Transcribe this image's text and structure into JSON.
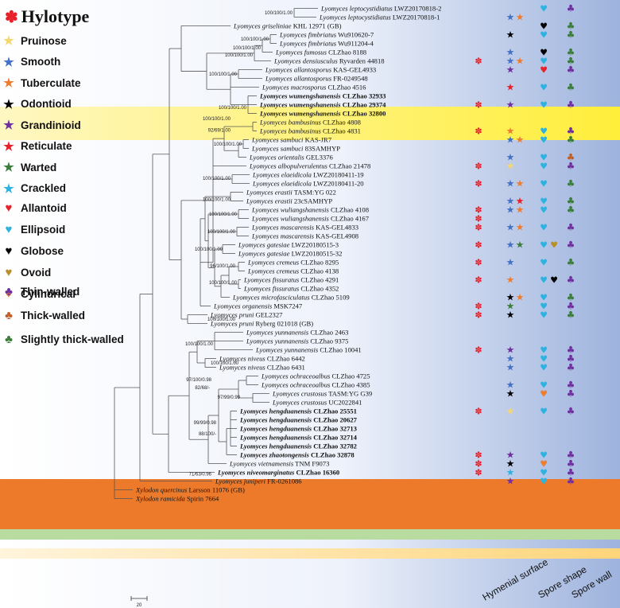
{
  "legend": {
    "hylotype": "Hylotype",
    "hymenial": [
      {
        "label": "Pruinose",
        "color": "#f5d76e"
      },
      {
        "label": "Smooth",
        "color": "#4472c4"
      },
      {
        "label": "Tuberculate",
        "color": "#ed7d31"
      },
      {
        "label": "Odontioid",
        "color": "#000000"
      },
      {
        "label": "Grandinioid",
        "color": "#7030a0"
      },
      {
        "label": "Reticulate",
        "color": "#e8202a"
      },
      {
        "label": "Warted",
        "color": "#3b7d3a"
      },
      {
        "label": "Crackled",
        "color": "#2eb3e0"
      }
    ],
    "spore_shape": [
      {
        "label": "Allantoid",
        "color": "#e8202a"
      },
      {
        "label": "Ellipsoid",
        "color": "#2eb3e0"
      },
      {
        "label": "Globose",
        "color": "#000000"
      },
      {
        "label": "Ovoid",
        "color": "#b8902a"
      },
      {
        "label": "Cylindrical",
        "color": "#ed7d31"
      }
    ],
    "spore_wall": [
      {
        "label": "Thin-walled",
        "color": "#7030a0"
      },
      {
        "label": "Thick-walled",
        "color": "#c0602a"
      },
      {
        "label": "Slightly thick-walled",
        "color": "#3b7d3a"
      }
    ]
  },
  "columns": {
    "hymenial": "Hymenial surface",
    "shape": "Spore shape",
    "wall": "Spore wall"
  },
  "scale_label": "20",
  "colors": {
    "S": "#4472c4",
    "T": "#ed7d31",
    "O": "#000000",
    "G": "#7030a0",
    "R": "#e8202a",
    "W": "#3b7d3a",
    "C": "#2eb3e0",
    "P": "#f5d76e",
    "hylo": "#e8202a",
    "thin": "#7030a0",
    "thick": "#c0602a",
    "slight": "#3b7d3a",
    "ell": "#2eb3e0",
    "all": "#e8202a",
    "glo": "#000000",
    "ovo": "#b8902a",
    "cyl": "#ed7d31"
  },
  "taxa": [
    {
      "sp": "Lyomyces leptocystidiatus",
      "vo": "LWZ20170818-2",
      "hy": 0,
      "b": 0,
      "m": [],
      "s": [
        "ell"
      ],
      "w": "thin"
    },
    {
      "sp": "Lyomyces leptocystidiatus",
      "vo": "LWZ20170818-1",
      "hy": 0,
      "b": 0,
      "m": [
        "S",
        "T"
      ],
      "s": [],
      "w": ""
    },
    {
      "sp": "Lyomyces griseliniae",
      "vo": "KHL 12971 (GB)",
      "hy": 0,
      "b": 0,
      "m": [],
      "s": [
        "glo"
      ],
      "w": "slight"
    },
    {
      "sp": "Lyomyces fimbriatus",
      "vo": "Wu910620-7",
      "hy": 0,
      "b": 0,
      "m": [
        "O"
      ],
      "s": [
        "ell"
      ],
      "w": "slight"
    },
    {
      "sp": "Lyomyces fimbriatus",
      "vo": "Wu911204-4",
      "hy": 0,
      "b": 0,
      "m": [],
      "s": [],
      "w": ""
    },
    {
      "sp": "Lyomyces fumosus",
      "vo": "CLZhao 8188",
      "hy": 0,
      "b": 0,
      "m": [
        "S"
      ],
      "s": [
        "glo"
      ],
      "w": "slight"
    },
    {
      "sp": "Lyomyces densiusculus",
      "vo": "Ryvarden 44818",
      "hy": 1,
      "b": 0,
      "m": [
        "S",
        "T"
      ],
      "s": [
        "ell"
      ],
      "w": "slight"
    },
    {
      "sp": "Lyomyces allantosporus",
      "vo": "KAS-GEL4933",
      "hy": 0,
      "b": 0,
      "m": [
        "G"
      ],
      "s": [
        "all"
      ],
      "w": "thin"
    },
    {
      "sp": "Lyomyces allantosporus",
      "vo": "FR-0249548",
      "hy": 0,
      "b": 0,
      "m": [],
      "s": [],
      "w": ""
    },
    {
      "sp": "Lyomyces macrosporus",
      "vo": "CLZhao 4516",
      "hy": 0,
      "b": 0,
      "m": [
        "R"
      ],
      "s": [
        "ell"
      ],
      "w": "slight"
    },
    {
      "sp": "Lyomyces wumengshanensis",
      "vo": "CLZhao 32933",
      "hy": 0,
      "b": 1,
      "m": [],
      "s": [],
      "w": ""
    },
    {
      "sp": "Lyomyces wumengshanensis",
      "vo": "CLZhao 29374",
      "hy": 1,
      "b": 1,
      "m": [
        "G"
      ],
      "s": [
        "ell"
      ],
      "w": "thin"
    },
    {
      "sp": "Lyomyces wumengshanensis",
      "vo": "CLZhao 32800",
      "hy": 0,
      "b": 1,
      "m": [],
      "s": [],
      "w": ""
    },
    {
      "sp": "Lyomyces bambusinus",
      "vo": "CLZhao 4808",
      "hy": 0,
      "b": 0,
      "m": [],
      "s": [],
      "w": ""
    },
    {
      "sp": "Lyomyces bambusinus",
      "vo": "CLZhao 4831",
      "hy": 1,
      "b": 0,
      "m": [
        "T"
      ],
      "s": [
        "ell"
      ],
      "w": "thin"
    },
    {
      "sp": "Lyomyces sambuci",
      "vo": "KAS-JR7",
      "hy": 0,
      "b": 0,
      "m": [
        "S",
        "T"
      ],
      "s": [
        "ell"
      ],
      "w": "slight"
    },
    {
      "sp": "Lyomyces sambuci",
      "vo": "83SAMHYP",
      "hy": 0,
      "b": 0,
      "m": [],
      "s": [],
      "w": ""
    },
    {
      "sp": "Lyomyces orientalis",
      "vo": "GEL3376",
      "hy": 0,
      "b": 0,
      "m": [
        "S"
      ],
      "s": [
        "ell"
      ],
      "w": "thick"
    },
    {
      "sp": "Lyomyces albopulverulentus",
      "vo": "CLZhao 21478",
      "hy": 1,
      "b": 0,
      "m": [
        "P"
      ],
      "s": [
        "ell"
      ],
      "w": "thin"
    },
    {
      "sp": "Lyomyces elaeidicola",
      "vo": "LWZ20180411-19",
      "hy": 0,
      "b": 0,
      "m": [],
      "s": [],
      "w": ""
    },
    {
      "sp": "Lyomyces elaeidicola",
      "vo": "LWZ20180411-20",
      "hy": 1,
      "b": 0,
      "m": [
        "S",
        "T"
      ],
      "s": [
        "ell"
      ],
      "w": "slight"
    },
    {
      "sp": "Lyomyces erastii",
      "vo": "TASM:YG 022",
      "hy": 0,
      "b": 0,
      "m": [],
      "s": [],
      "w": ""
    },
    {
      "sp": "Lyomyces erastii",
      "vo": "23cSAMHYP",
      "hy": 0,
      "b": 0,
      "m": [
        "S",
        "R"
      ],
      "s": [
        "ell"
      ],
      "w": "slight"
    },
    {
      "sp": "Lyomyces wuliangshanensis",
      "vo": "CLZhao 4108",
      "hy": 1,
      "b": 0,
      "m": [
        "S",
        "T"
      ],
      "s": [
        "ell"
      ],
      "w": "slight"
    },
    {
      "sp": "Lyomyces wuliangshanensis",
      "vo": "CLZhao 4167",
      "hy": 1,
      "b": 0,
      "m": [],
      "s": [],
      "w": ""
    },
    {
      "sp": "Lyomyces mascarensis",
      "vo": "KAS-GEL4833",
      "hy": 1,
      "b": 0,
      "m": [
        "S",
        "T"
      ],
      "s": [
        "ell"
      ],
      "w": "thin"
    },
    {
      "sp": "Lyomyces mascarensis",
      "vo": "KAS-GEL4908",
      "hy": 0,
      "b": 0,
      "m": [],
      "s": [],
      "w": ""
    },
    {
      "sp": "Lyomyces gatesiae",
      "vo": "LWZ20180515-3",
      "hy": 1,
      "b": 0,
      "m": [
        "S",
        "W"
      ],
      "s": [
        "ell",
        "ovo"
      ],
      "w": "thin"
    },
    {
      "sp": "Lyomyces gatesiae",
      "vo": "LWZ20180515-32",
      "hy": 0,
      "b": 0,
      "m": [],
      "s": [],
      "w": ""
    },
    {
      "sp": "Lyomyces cremeus",
      "vo": "CLZhao 8295",
      "hy": 1,
      "b": 0,
      "m": [
        "S"
      ],
      "s": [
        "ell"
      ],
      "w": "slight"
    },
    {
      "sp": "Lyomyces cremeus",
      "vo": "CLZhao 4138",
      "hy": 0,
      "b": 0,
      "m": [],
      "s": [],
      "w": ""
    },
    {
      "sp": "Lyomyces fissuratus",
      "vo": "CLZhao 4291",
      "hy": 1,
      "b": 0,
      "m": [
        "T"
      ],
      "s": [
        "ell",
        "glo"
      ],
      "w": "thin"
    },
    {
      "sp": "Lyomyces fissuratus",
      "vo": "CLZhao 4352",
      "hy": 0,
      "b": 0,
      "m": [],
      "s": [],
      "w": ""
    },
    {
      "sp": "Lyomyces microfasciculatus",
      "vo": "CLZhao 5109",
      "hy": 0,
      "b": 0,
      "m": [
        "O",
        "T"
      ],
      "s": [
        "ell"
      ],
      "w": "slight"
    },
    {
      "sp": "Lyomyces organensis",
      "vo": "MSK7247",
      "hy": 1,
      "b": 0,
      "m": [
        "W"
      ],
      "s": [
        "ell"
      ],
      "w": "thin"
    },
    {
      "sp": "Lyomyces pruni",
      "vo": "GEL2327",
      "hy": 1,
      "b": 0,
      "m": [
        "O"
      ],
      "s": [
        "ell"
      ],
      "w": "slight"
    },
    {
      "sp": "Lyomyces pruni",
      "vo": "Ryberg 021018 (GB)",
      "hy": 0,
      "b": 0,
      "m": [],
      "s": [],
      "w": ""
    },
    {
      "sp": "Lyomyces yunnanensis",
      "vo": "CLZhao 2463",
      "hy": 0,
      "b": 0,
      "m": [],
      "s": [],
      "w": ""
    },
    {
      "sp": "Lyomyces yunnanensis",
      "vo": "CLZhao 9375",
      "hy": 0,
      "b": 0,
      "m": [],
      "s": [],
      "w": ""
    },
    {
      "sp": "Lyomyces yunnanensis",
      "vo": "CLZhao 10041",
      "hy": 1,
      "b": 0,
      "m": [
        "G"
      ],
      "s": [
        "ell"
      ],
      "w": "thin"
    },
    {
      "sp": "Lyomyces niveus",
      "vo": "CLZhao 6442",
      "hy": 0,
      "b": 0,
      "m": [
        "S"
      ],
      "s": [
        "ell"
      ],
      "w": "thin"
    },
    {
      "sp": "Lyomyces niveus",
      "vo": "CLZhao 6431",
      "hy": 0,
      "b": 0,
      "m": [
        "S"
      ],
      "s": [
        "ell"
      ],
      "w": "thin"
    },
    {
      "sp": "Lyomyces ochraceoalbus",
      "vo": "CLZhao 4725",
      "hy": 0,
      "b": 0,
      "m": [],
      "s": [],
      "w": ""
    },
    {
      "sp": "Lyomyces ochraceoalbus",
      "vo": "CLZhao 4385",
      "hy": 0,
      "b": 0,
      "m": [
        "S"
      ],
      "s": [
        "ell"
      ],
      "w": "thin"
    },
    {
      "sp": "Lyomyces crustosus",
      "vo": "TASM:YG G39",
      "hy": 0,
      "b": 0,
      "m": [
        "O"
      ],
      "s": [
        "cyl"
      ],
      "w": "thin"
    },
    {
      "sp": "Lyomyces crustosus",
      "vo": "UC2022841",
      "hy": 0,
      "b": 0,
      "m": [],
      "s": [],
      "w": ""
    },
    {
      "sp": "Lyomyces hengduanensis",
      "vo": "CLZhao 25551",
      "hy": 1,
      "b": 2,
      "m": [
        "P"
      ],
      "s": [
        "ell"
      ],
      "w": "thin"
    },
    {
      "sp": "Lyomyces hengduanensis",
      "vo": "CLZhao 20627",
      "hy": 0,
      "b": 2,
      "m": [],
      "s": [],
      "w": ""
    },
    {
      "sp": "Lyomyces hengduanensis",
      "vo": "CLZhao 32713",
      "hy": 0,
      "b": 2,
      "m": [],
      "s": [],
      "w": ""
    },
    {
      "sp": "Lyomyces hengduanensis",
      "vo": "CLZhao 32714",
      "hy": 0,
      "b": 2,
      "m": [],
      "s": [],
      "w": ""
    },
    {
      "sp": "Lyomyces hengduanensis",
      "vo": "CLZhao 32782",
      "hy": 0,
      "b": 2,
      "m": [],
      "s": [],
      "w": ""
    },
    {
      "sp": "Lyomyces zhaotongensis",
      "vo": "CLZhao 32878",
      "hy": 1,
      "b": 3,
      "m": [
        "G"
      ],
      "s": [
        "ell"
      ],
      "w": "thin"
    },
    {
      "sp": "Lyomyces vietnamensis",
      "vo": "TNM F9073",
      "hy": 1,
      "b": 0,
      "m": [
        "O"
      ],
      "s": [
        "cyl"
      ],
      "w": "thin"
    },
    {
      "sp": "Lyomyces niveomarginatus",
      "vo": "CLZhao 16360",
      "hy": 1,
      "b": 4,
      "m": [
        "C"
      ],
      "s": [
        "ell"
      ],
      "w": "thin"
    },
    {
      "sp": "Lyomyces juniperi",
      "vo": "FR-0261086",
      "hy": 0,
      "b": 0,
      "m": [
        "G"
      ],
      "s": [
        "ell"
      ],
      "w": "thin"
    },
    {
      "sp": "Xylodon quercinus",
      "vo": "Larsson 11076 (GB)",
      "hy": 0,
      "b": 0,
      "m": [],
      "s": [],
      "w": ""
    },
    {
      "sp": "Xylodon ramicida",
      "vo": "Spirin 7664",
      "hy": 0,
      "b": 0,
      "m": [],
      "s": [],
      "w": ""
    }
  ],
  "supports": [
    {
      "t": "100/100/1.00",
      "row": 0.5
    },
    {
      "t": "100/100/1.00",
      "row": 3.5
    },
    {
      "t": "100/100/1.00",
      "row": 4.5
    },
    {
      "t": "100/100/1.00",
      "row": 5.3
    },
    {
      "t": "100/100/1.00",
      "row": 7.5
    },
    {
      "t": "100/100/1.00",
      "row": 11.3
    },
    {
      "t": "100/100/1.00",
      "row": 12.6
    },
    {
      "t": "92/69/1.00",
      "row": 13.9
    },
    {
      "t": "100/100/1.00",
      "row": 15.5
    },
    {
      "t": "100/100/1.00",
      "row": 19.4
    },
    {
      "t": "100/100/1.00",
      "row": 21.8
    },
    {
      "t": "100/100/1.00",
      "row": 23.5
    },
    {
      "t": "100/100/1.00",
      "row": 25.5
    },
    {
      "t": "100/100/1.00",
      "row": 27.5
    },
    {
      "t": "96/100/1.00",
      "row": 29.4
    },
    {
      "t": "100/100/1.00",
      "row": 31.3
    },
    {
      "t": "100/100/1.00",
      "row": 35.5
    },
    {
      "t": "100/100/1.00",
      "row": 38.3
    },
    {
      "t": "100/100/1.00",
      "row": 40.5
    },
    {
      "t": "97/100/0.98",
      "row": 42.4
    },
    {
      "t": "82/68/-",
      "row": 43.3
    },
    {
      "t": "97/99/0.99",
      "row": 44.4
    },
    {
      "t": "99/99/0.98",
      "row": 47.3
    },
    {
      "t": "88/100/-",
      "row": 48.6
    },
    {
      "t": "71/63/0.96",
      "row": 53.2
    }
  ]
}
